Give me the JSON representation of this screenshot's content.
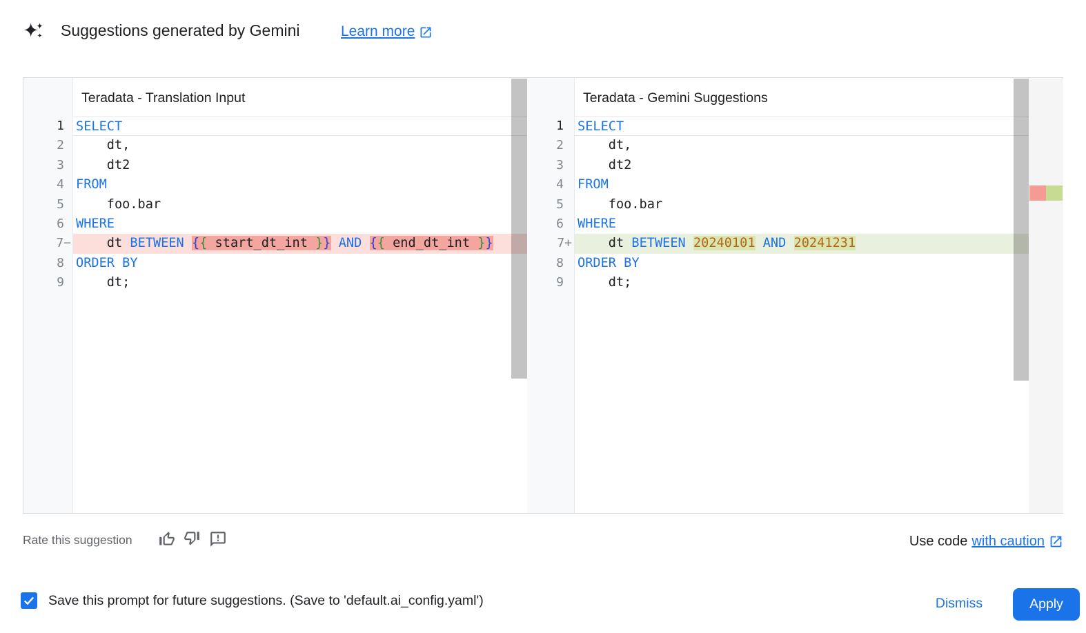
{
  "header": {
    "title": "Suggestions generated by Gemini",
    "learn_more": "Learn more"
  },
  "panels": {
    "left": {
      "title": "Teradata - Translation Input",
      "diff_kind": "removed",
      "lines": [
        {
          "num": "1",
          "active": true,
          "tokens": [
            {
              "t": "SELECT",
              "y": "kw"
            }
          ]
        },
        {
          "num": "2",
          "tokens": [
            {
              "t": "    dt,",
              "y": "pl"
            }
          ]
        },
        {
          "num": "3",
          "tokens": [
            {
              "t": "    dt2",
              "y": "pl"
            }
          ]
        },
        {
          "num": "4",
          "tokens": [
            {
              "t": "FROM",
              "y": "kw"
            }
          ]
        },
        {
          "num": "5",
          "tokens": [
            {
              "t": "    foo.bar",
              "y": "pl"
            }
          ]
        },
        {
          "num": "6",
          "tokens": [
            {
              "t": "WHERE",
              "y": "kw"
            }
          ]
        },
        {
          "num": "7",
          "sign": "−",
          "diff": "removed",
          "tokens": [
            {
              "t": "    dt ",
              "y": "pl"
            },
            {
              "t": "BETWEEN",
              "y": "kw"
            },
            {
              "t": " ",
              "y": "pl"
            },
            {
              "t": "{",
              "y": "bo",
              "h": 1
            },
            {
              "t": "{",
              "y": "bi",
              "h": 1
            },
            {
              "t": " start_dt_int ",
              "y": "pl",
              "h": 1
            },
            {
              "t": "}",
              "y": "bi",
              "h": 1
            },
            {
              "t": "}",
              "y": "bo",
              "h": 1
            },
            {
              "t": " ",
              "y": "pl"
            },
            {
              "t": "AND",
              "y": "kw"
            },
            {
              "t": " ",
              "y": "pl"
            },
            {
              "t": "{",
              "y": "bo",
              "h": 1
            },
            {
              "t": "{",
              "y": "bi",
              "h": 1
            },
            {
              "t": " end_dt_int ",
              "y": "pl",
              "h": 1
            },
            {
              "t": "}",
              "y": "bi",
              "h": 1
            },
            {
              "t": "}",
              "y": "bo",
              "h": 1
            }
          ]
        },
        {
          "num": "8",
          "tokens": [
            {
              "t": "ORDER BY",
              "y": "kw"
            }
          ]
        },
        {
          "num": "9",
          "tokens": [
            {
              "t": "    dt;",
              "y": "pl"
            }
          ]
        }
      ]
    },
    "right": {
      "title": "Teradata - Gemini Suggestions",
      "diff_kind": "added",
      "lines": [
        {
          "num": "1",
          "active": true,
          "tokens": [
            {
              "t": "SELECT",
              "y": "kw"
            }
          ]
        },
        {
          "num": "2",
          "tokens": [
            {
              "t": "    dt,",
              "y": "pl"
            }
          ]
        },
        {
          "num": "3",
          "tokens": [
            {
              "t": "    dt2",
              "y": "pl"
            }
          ]
        },
        {
          "num": "4",
          "tokens": [
            {
              "t": "FROM",
              "y": "kw"
            }
          ]
        },
        {
          "num": "5",
          "tokens": [
            {
              "t": "    foo.bar",
              "y": "pl"
            }
          ]
        },
        {
          "num": "6",
          "tokens": [
            {
              "t": "WHERE",
              "y": "kw"
            }
          ]
        },
        {
          "num": "7",
          "sign": "+",
          "diff": "added",
          "tokens": [
            {
              "t": "    dt ",
              "y": "pl"
            },
            {
              "t": "BETWEEN",
              "y": "kw"
            },
            {
              "t": " ",
              "y": "pl"
            },
            {
              "t": "20240101",
              "y": "num",
              "h": 1
            },
            {
              "t": " ",
              "y": "pl"
            },
            {
              "t": "AND",
              "y": "kw"
            },
            {
              "t": " ",
              "y": "pl"
            },
            {
              "t": "20241231",
              "y": "num",
              "h": 1
            }
          ]
        },
        {
          "num": "8",
          "tokens": [
            {
              "t": "ORDER BY",
              "y": "kw"
            }
          ]
        },
        {
          "num": "9",
          "tokens": [
            {
              "t": "    dt;",
              "y": "pl"
            }
          ]
        }
      ]
    }
  },
  "ruler_marks": [
    {
      "kind": "removed",
      "color": "#f69a94"
    },
    {
      "kind": "added",
      "color": "#c5dc92"
    }
  ],
  "rate": {
    "label": "Rate this suggestion"
  },
  "use_code": {
    "prefix": "Use code",
    "link": "with caution"
  },
  "save_bar": {
    "label": "Save this prompt for future suggestions. (Save to 'default.ai_config.yaml')",
    "checked": true,
    "dismiss": "Dismiss",
    "apply": "Apply"
  },
  "colors": {
    "accent_blue": "#1a73e8",
    "keyword": "#1a73e8",
    "number": "#b26818",
    "brace_outer": "#3240d3",
    "brace_inner": "#388e3c",
    "removed_line_bg": "#fcdedb",
    "removed_token_bg": "#f2a69f",
    "added_line_bg": "#eaf0de",
    "added_token_bg": "#dce5b0",
    "gutter_bg": "#f8f9fa",
    "gutter_text": "#80868b",
    "card_border": "#dadce0",
    "muted_text": "#5f6368"
  }
}
